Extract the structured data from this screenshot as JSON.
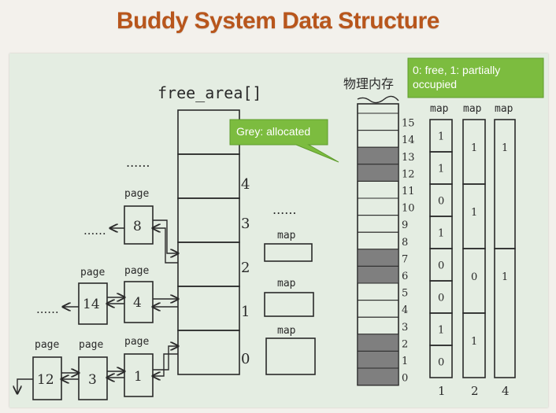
{
  "title": "Buddy System Data Structure",
  "free_area": {
    "label": "free_area[]",
    "orders": [
      "0",
      "1",
      "2",
      "3",
      "4"
    ],
    "top_dots": "......",
    "order3_dots": "......"
  },
  "map_label": "map",
  "page_label": "page",
  "page_numbers": {
    "order2": [
      "8"
    ],
    "order1": [
      "4",
      "14"
    ],
    "order0": [
      "1",
      "3",
      "12"
    ]
  },
  "chain_dots": "......",
  "callout_grey": "Grey: allocated",
  "callout_bits_line1": "0: free, 1: partially",
  "callout_bits_line2": "occupied",
  "physical_memory_label": "物理内存",
  "memory_rows": [
    "0",
    "1",
    "2",
    "3",
    "4",
    "5",
    "6",
    "7",
    "8",
    "9",
    "10",
    "11",
    "12",
    "13",
    "14",
    "15"
  ],
  "allocated_rows": [
    0,
    1,
    2,
    6,
    7,
    12,
    13
  ],
  "bitmaps": [
    {
      "order_label": "1",
      "header": "map",
      "bits": [
        "1",
        "1",
        "0",
        "1",
        "0",
        "0",
        "1",
        "0"
      ]
    },
    {
      "order_label": "2",
      "header": "map",
      "bits": [
        "1",
        "1",
        "0",
        "1"
      ]
    },
    {
      "order_label": "4",
      "header": "map",
      "bits": [
        "1",
        "1"
      ]
    }
  ],
  "colors": {
    "title": "#b8561c",
    "callout_fill": "#7cbc3f",
    "allocated": "#7f7f7f",
    "slide_bg": "#e4ede2"
  }
}
